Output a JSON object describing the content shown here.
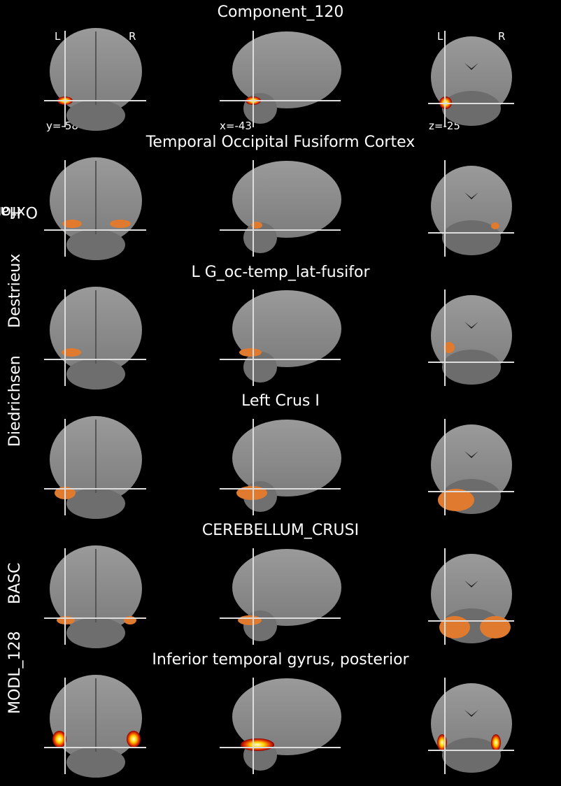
{
  "title": "Component_120",
  "orientation": {
    "left": "L",
    "right": "R"
  },
  "coords": {
    "y": "y=-58",
    "x": "x=-43",
    "z": "z=-25"
  },
  "atlases": [
    {
      "name": "Harvard Oxford",
      "name_lines": [
        "Harvard",
        "Oxford"
      ],
      "region": "Temporal Occipital Fusiform Cortex"
    },
    {
      "name": "Destrieux",
      "name_lines": [
        "Destrieux"
      ],
      "region": "L G_oc-temp_lat-fusifor"
    },
    {
      "name": "Diedrichsen",
      "name_lines": [
        "Diedrichsen"
      ],
      "region": "Left Crus I"
    },
    {
      "name": "BASC",
      "name_lines": [
        "BASC"
      ],
      "region": "CEREBELLUM_CRUSI"
    },
    {
      "name": "MODL_128",
      "name_lines": [
        "MODL_128"
      ],
      "region": "Inferior temporal gyrus, posterior"
    }
  ],
  "colors": {
    "background": "#000000",
    "overlay_orange": "#e07a2e",
    "heat_core": "#ffffcc",
    "crosshair": "#dddddd"
  }
}
